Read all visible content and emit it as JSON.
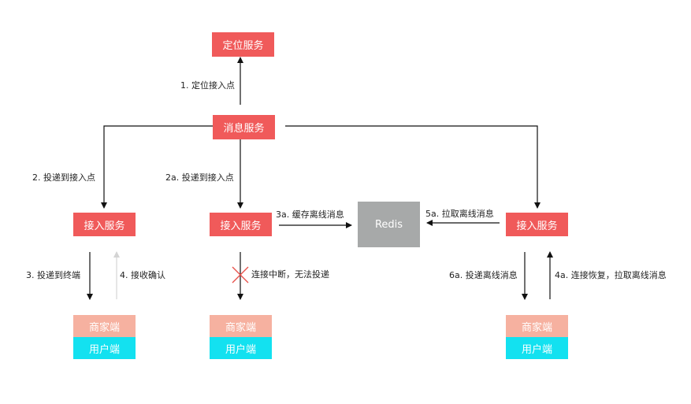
{
  "nodes": {
    "location_service": "定位服务",
    "message_service": "消息服务",
    "access_service": "接入服务",
    "redis": "Redis",
    "merchant_client": "商家端",
    "user_client": "用户端"
  },
  "edges": {
    "locate_access_point": "1. 定位接入点",
    "deliver_to_access_point_2": "2. 投递到接入点",
    "deliver_to_access_point_2a": "2a. 投递到接入点",
    "deliver_to_terminal_3": "3. 投递到终端",
    "receive_ack_4": "4. 接收确认",
    "cache_offline_3a": "3a. 缓存离线消息",
    "connection_broken": "连接中断，无法投递",
    "pull_offline_5a": "5a. 拉取离线消息",
    "deliver_offline_6a": "6a. 投递离线消息",
    "reconnect_pull_4a": "4a. 连接恢复，拉取离线消息"
  },
  "colors": {
    "service": "#f05a5a",
    "redis": "#a7a9a9",
    "merchant": "#f6b1a0",
    "user": "#13e1f0",
    "arrow": "#111111",
    "ack_arrow": "#d4d4d4",
    "broken_mark": "#e8504a"
  }
}
